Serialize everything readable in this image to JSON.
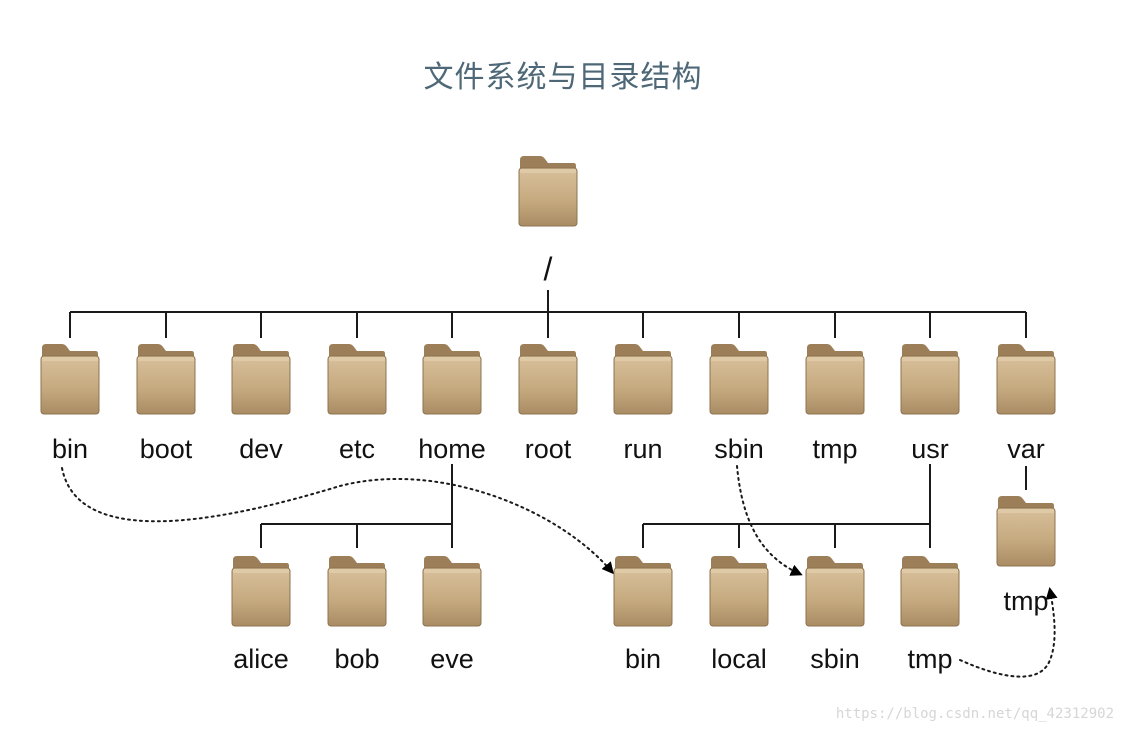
{
  "title": "文件系统与目录结构",
  "root": {
    "label": "/",
    "icon": "folder-icon"
  },
  "top_level": [
    "bin",
    "boot",
    "dev",
    "etc",
    "home",
    "root",
    "run",
    "sbin",
    "tmp",
    "usr",
    "var"
  ],
  "home_children": [
    "alice",
    "bob",
    "eve"
  ],
  "usr_children": [
    "bin",
    "local",
    "sbin",
    "tmp"
  ],
  "var_children": [
    "tmp"
  ],
  "links": [
    {
      "from": "bin",
      "to": "usr/bin"
    },
    {
      "from": "sbin",
      "to": "usr/sbin"
    },
    {
      "from": "usr/tmp",
      "to": "var/tmp"
    }
  ],
  "watermark": "https://blog.csdn.net/qq_42312902",
  "colors": {
    "folder_body": "#c8ad86",
    "folder_tab": "#a88a62",
    "title": "#4e6878",
    "line": "#1a1a1a"
  }
}
